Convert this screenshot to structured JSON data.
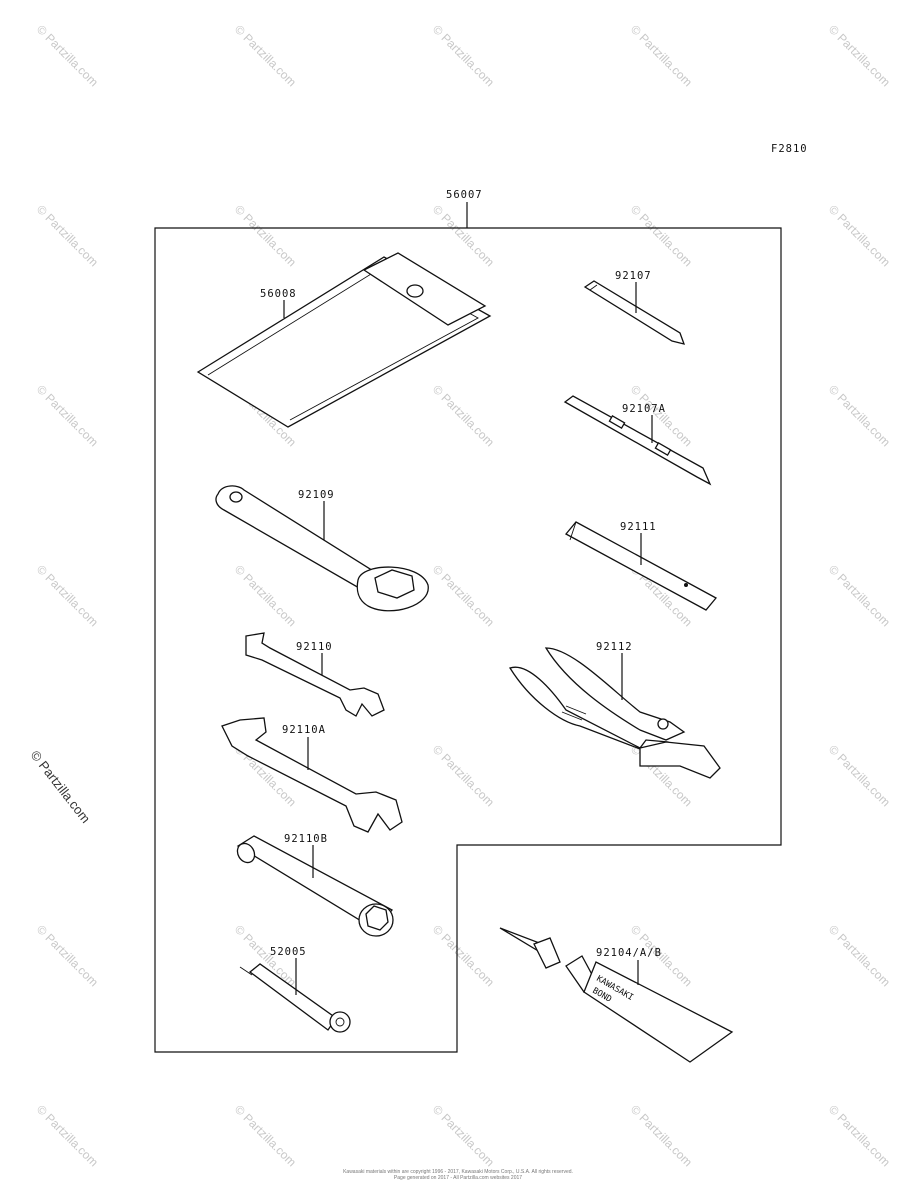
{
  "figure_code": "F2810",
  "assembly_label": "56007",
  "callouts": [
    {
      "id": "56008"
    },
    {
      "id": "92107"
    },
    {
      "id": "92107A"
    },
    {
      "id": "92109"
    },
    {
      "id": "92111"
    },
    {
      "id": "92110"
    },
    {
      "id": "92112"
    },
    {
      "id": "92110A"
    },
    {
      "id": "92110B"
    },
    {
      "id": "52005"
    },
    {
      "id": "92104/A/B"
    }
  ],
  "tube_text": {
    "line1": "KAWASAKI",
    "line2": "BOND"
  },
  "watermark": "© Partzilla.com",
  "side_watermark": "© Partzilla.com",
  "footer": {
    "line1": "Kawasaki materials within are copyright 1996 - 2017, Kawasaki Motors Corp., U.S.A. All rights reserved.",
    "line2": "Page generated on 2017 - All Partzilla.com websites 2017"
  },
  "colors": {
    "line": "#111111",
    "watermark": "#c8c8c8",
    "background": "#ffffff"
  }
}
